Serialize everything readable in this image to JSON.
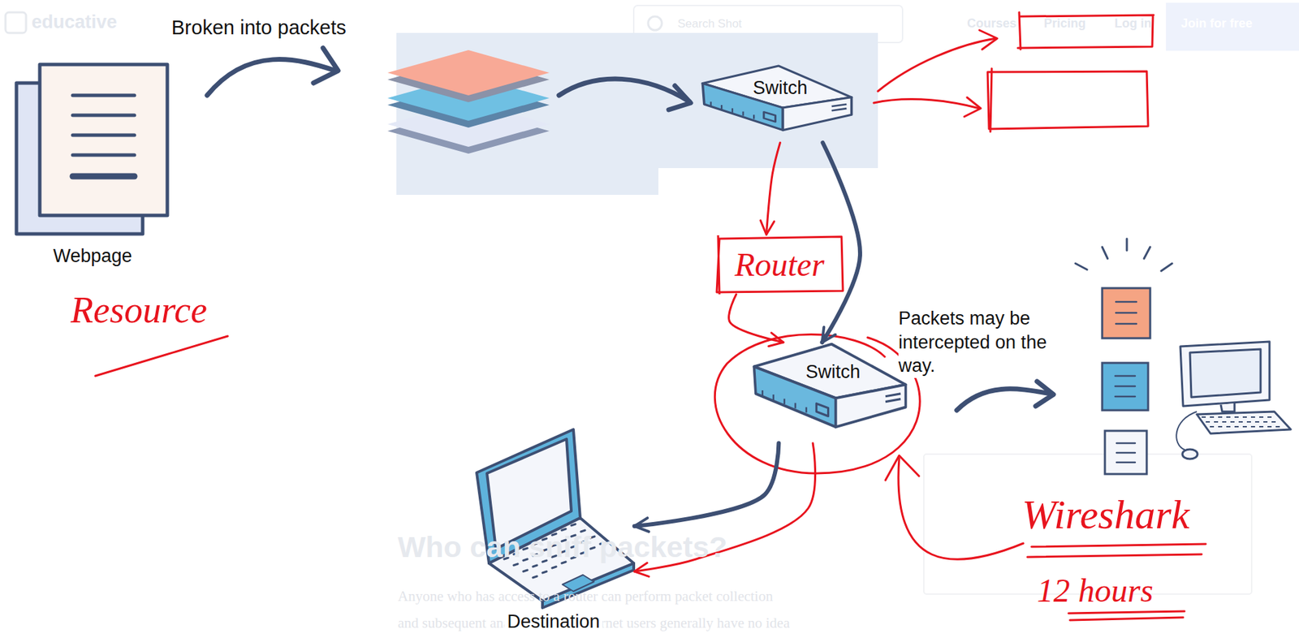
{
  "diagram": {
    "nodes": [
      {
        "text": [
          "Webpage"
        ]
      },
      {
        "text": [
          "Switch"
        ]
      },
      {
        "text": [
          "Router"
        ]
      },
      {
        "text": [
          "Switch"
        ]
      },
      {
        "text": [
          "Destination"
        ]
      }
    ],
    "edges": [
      {
        "from": 1,
        "to": 2,
        "arrow": "to"
      },
      {
        "from": 1,
        "to": 3,
        "arrow": "to"
      },
      {
        "from": 2,
        "to": 3,
        "arrow": "to"
      },
      {
        "from": 3,
        "to": 4,
        "arrow": "to"
      },
      {
        "from": 3,
        "to": 4,
        "arrow": "to"
      }
    ],
    "labels": [
      "educative",
      "Search Shot",
      "Courses",
      "Pricing",
      "Log in",
      "Join for free",
      "Broken into packets",
      "Resource",
      "Packets may be intercepted on the way.",
      "Wireshark",
      "12 hours",
      "Who can sniff packets?",
      "Anyone who has access to a router can perform packet collection",
      "and subsequent analysis. Since internet users generally have no idea"
    ]
  }
}
